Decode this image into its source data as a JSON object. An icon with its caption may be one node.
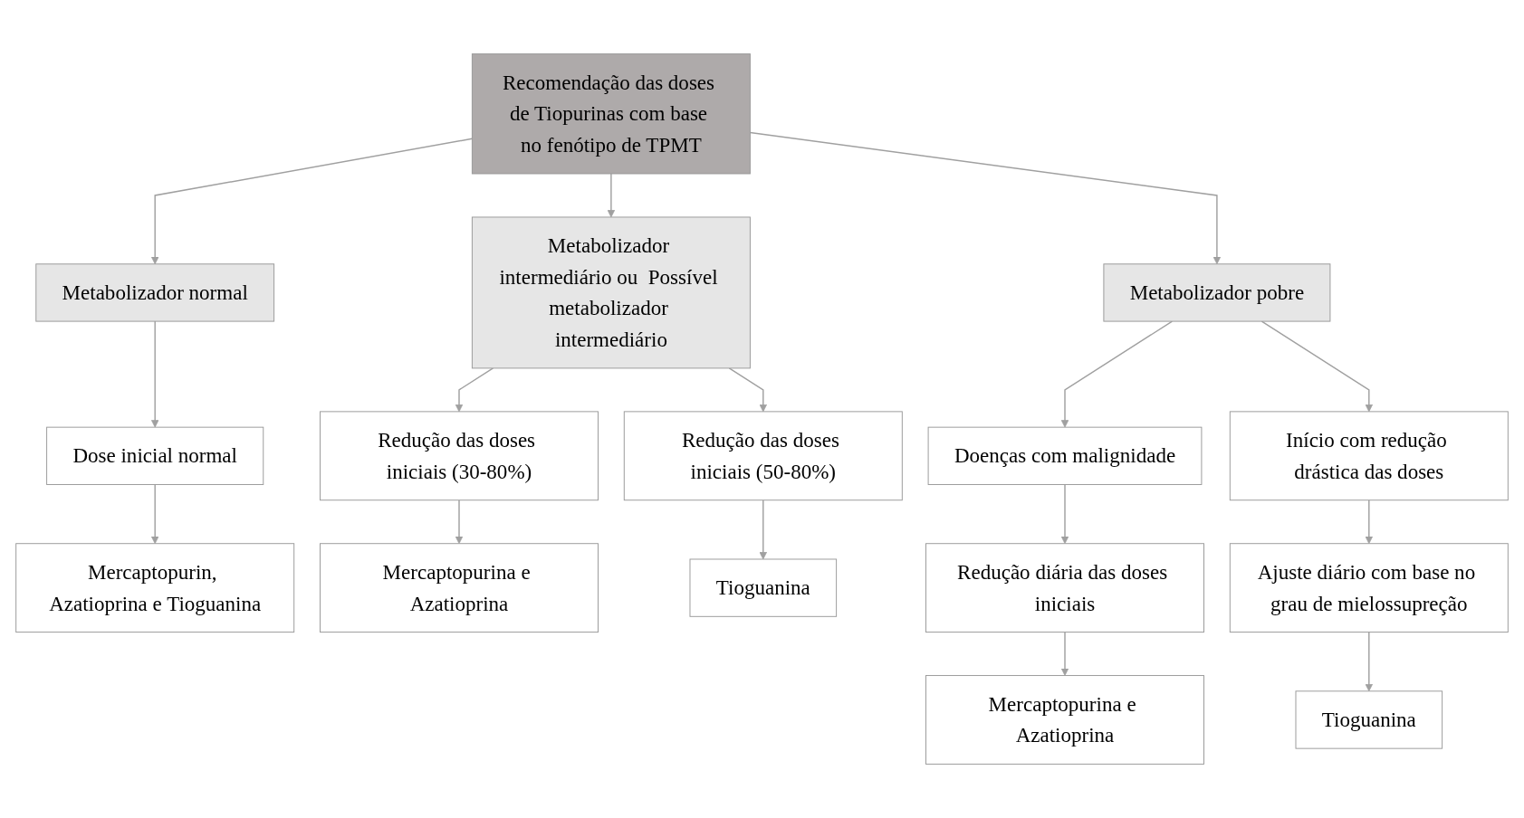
{
  "diagram": {
    "nodes": [
      {
        "text": [
          "Recomendação das doses de Tiopurinas com base no fenótipo de TPMT"
        ]
      },
      {
        "text": [
          "Metabolizador normal"
        ]
      },
      {
        "text": [
          "Metabolizador intermediário ou  Possível metabolizador intermediário"
        ]
      },
      {
        "text": [
          "Metabolizador pobre"
        ]
      },
      {
        "text": [
          "Dose inicial normal"
        ]
      },
      {
        "text": [
          "Mercaptopurin, Azatioprina e Tioguanina"
        ]
      },
      {
        "text": [
          "Redução das doses iniciais (30-80%)"
        ]
      },
      {
        "text": [
          "Redução das doses iniciais (50-80%)"
        ]
      },
      {
        "text": [
          "Mercaptopurina e Azatioprina"
        ]
      },
      {
        "text": [
          "Tioguanina"
        ]
      },
      {
        "text": [
          "Doenças com malignidade"
        ]
      },
      {
        "text": [
          "Início com redução drástica das doses"
        ]
      },
      {
        "text": [
          "Redução diária das doses iniciais"
        ]
      },
      {
        "text": [
          "Ajuste diário com base no grau de mielossupreção"
        ]
      },
      {
        "text": [
          "Mercaptopurina e Azatioprina"
        ]
      },
      {
        "text": [
          "Tioguanina"
        ]
      }
    ],
    "edges": [
      {
        "from": 0,
        "to": 1,
        "arrow": "to"
      },
      {
        "from": 0,
        "to": 2,
        "arrow": "to"
      },
      {
        "from": 0,
        "to": 3,
        "arrow": "to"
      },
      {
        "from": 1,
        "to": 4,
        "arrow": "to"
      },
      {
        "from": 4,
        "to": 5,
        "arrow": "to"
      },
      {
        "from": 2,
        "to": 6,
        "arrow": "to"
      },
      {
        "from": 2,
        "to": 7,
        "arrow": "to"
      },
      {
        "from": 6,
        "to": 8,
        "arrow": "to"
      },
      {
        "from": 7,
        "to": 9,
        "arrow": "to"
      },
      {
        "from": 3,
        "to": 10,
        "arrow": "to"
      },
      {
        "from": 3,
        "to": 11,
        "arrow": "to"
      },
      {
        "from": 10,
        "to": 12,
        "arrow": "to"
      },
      {
        "from": 12,
        "to": 14,
        "arrow": "to"
      },
      {
        "from": 11,
        "to": 13,
        "arrow": "to"
      },
      {
        "from": 13,
        "to": 15,
        "arrow": "to"
      }
    ]
  }
}
